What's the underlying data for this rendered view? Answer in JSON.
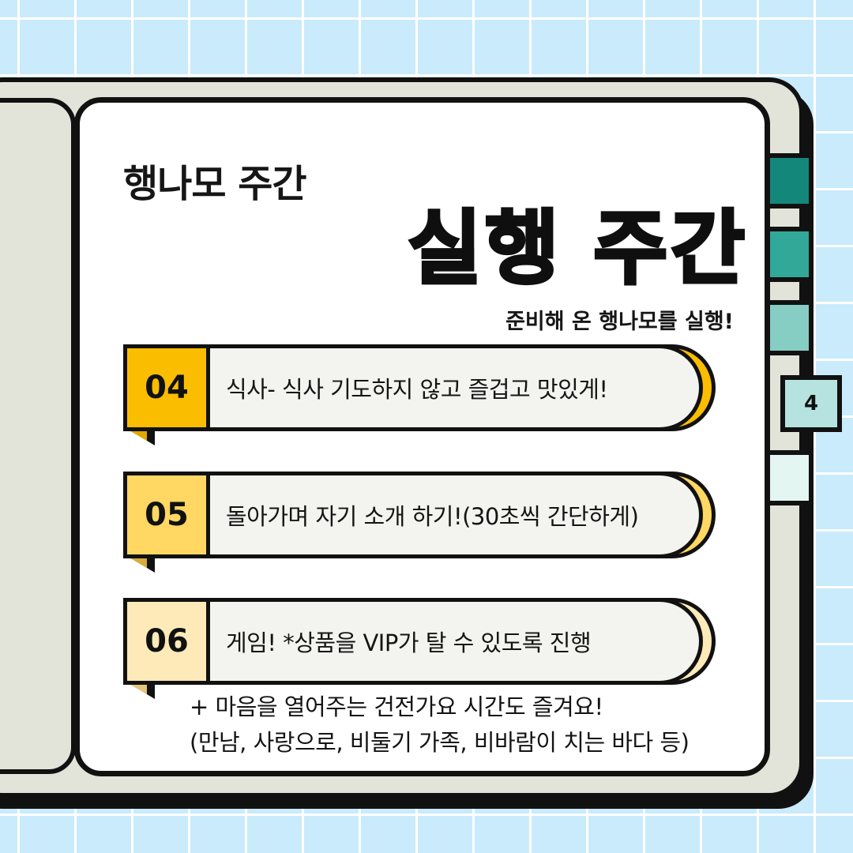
{
  "header": {
    "small_title": "행나모 주간",
    "big_title": "실행 주간",
    "subtitle": "준비해 온 행나모를 실행!"
  },
  "tabs": {
    "active_label": "4",
    "colors": [
      "#13877a",
      "#31a898",
      "#86cdc4",
      "#b6e3df",
      "#e4f6f2"
    ]
  },
  "items": [
    {
      "number": "04",
      "text": "식사- 식사 기도하지 않고 즐겁고 맛있게!",
      "color": "#fbbd00"
    },
    {
      "number": "05",
      "text": "돌아가며 자기 소개 하기!(30초씩 간단하게)",
      "color": "#ffd762"
    },
    {
      "number": "06",
      "text": "게임! *상품을 VIP가 탈 수 있도록 진행",
      "color": "#fdeab8"
    }
  ],
  "note": {
    "line1": "+ 마음을 열어주는 건전가요 시간도 즐겨요!",
    "line2": "(만남, 사랑으로, 비둘기 가족, 비바람이 치는 바다 등)"
  }
}
